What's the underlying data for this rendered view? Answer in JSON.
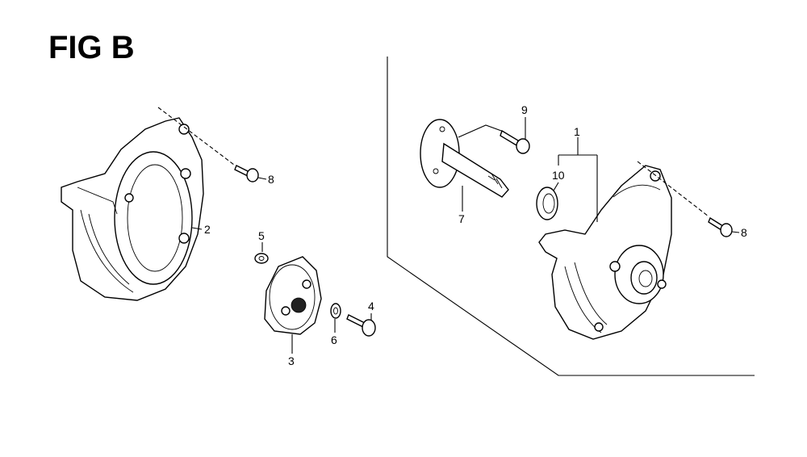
{
  "figure": {
    "title": "FIG B"
  },
  "callouts": {
    "c1": "1",
    "c2": "2",
    "c3": "3",
    "c4": "4",
    "c5": "5",
    "c6": "6",
    "c7": "7",
    "c8a": "8",
    "c8b": "8",
    "c9": "9",
    "c10": "10"
  },
  "colors": {
    "ink": "#000000",
    "background": "#ffffff"
  }
}
